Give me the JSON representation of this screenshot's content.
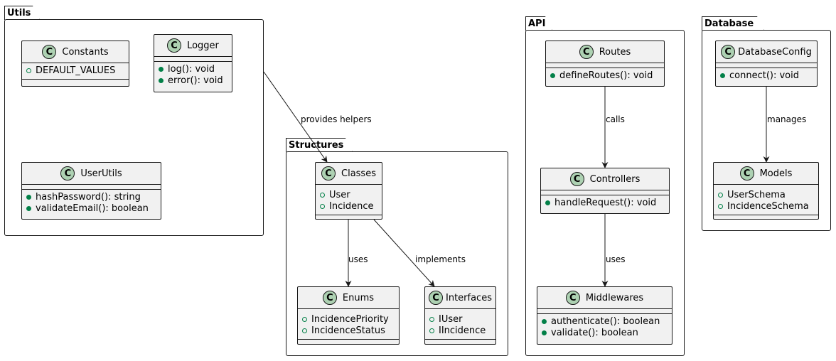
{
  "packages": {
    "utils": {
      "label": "Utils"
    },
    "structures": {
      "label": "Structures"
    },
    "api": {
      "label": "API"
    },
    "database": {
      "label": "Database"
    }
  },
  "classes": {
    "constants": {
      "name": "Constants",
      "icon": "C",
      "members": [
        "DEFAULT_VALUES"
      ]
    },
    "logger": {
      "name": "Logger",
      "icon": "C",
      "members": [
        "log(): void",
        "error(): void"
      ]
    },
    "userutils": {
      "name": "UserUtils",
      "icon": "C",
      "members": [
        "hashPassword(): string",
        "validateEmail(): boolean"
      ]
    },
    "classes": {
      "name": "Classes",
      "icon": "C",
      "members": [
        "User",
        "Incidence"
      ]
    },
    "enums": {
      "name": "Enums",
      "icon": "C",
      "members": [
        "IncidencePriority",
        "IncidenceStatus"
      ]
    },
    "interfaces": {
      "name": "Interfaces",
      "icon": "C",
      "members": [
        "IUser",
        "IIncidence"
      ]
    },
    "routes": {
      "name": "Routes",
      "icon": "C",
      "members": [
        "defineRoutes(): void"
      ]
    },
    "controllers": {
      "name": "Controllers",
      "icon": "C",
      "members": [
        "handleRequest(): void"
      ]
    },
    "middlewares": {
      "name": "Middlewares",
      "icon": "C",
      "members": [
        "authenticate(): boolean",
        "validate(): boolean"
      ]
    },
    "databaseconfig": {
      "name": "DatabaseConfig",
      "icon": "C",
      "members": [
        "connect(): void"
      ]
    },
    "models": {
      "name": "Models",
      "icon": "C",
      "members": [
        "UserSchema",
        "IncidenceSchema"
      ]
    }
  },
  "relations": {
    "provides_helpers": "provides helpers",
    "uses_enums": "uses",
    "implements": "implements",
    "calls": "calls",
    "uses_middlewares": "uses",
    "manages": "manages"
  },
  "colors": {
    "class_fill": "#f1f1f1",
    "icon_fill": "#add1b2",
    "visibility": "#038048",
    "border": "#181818"
  }
}
